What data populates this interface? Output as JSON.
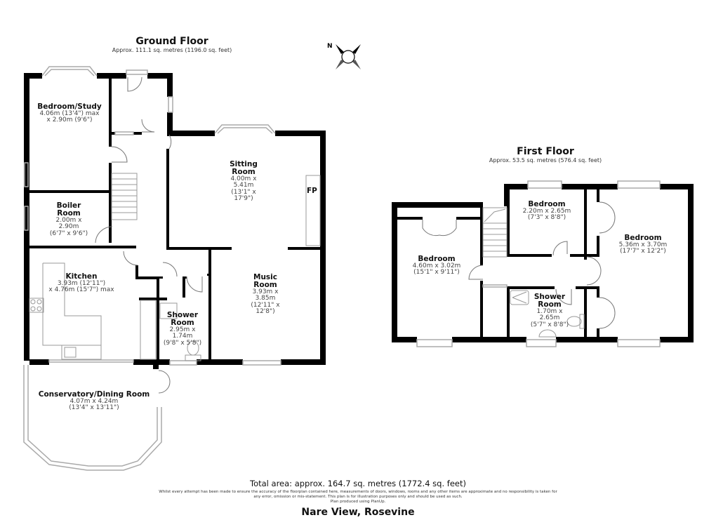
{
  "ground_floor": {
    "title": "Ground Floor",
    "area": "Approx. 111.1 sq. metres (1196.0 sq. feet)",
    "rooms": [
      {
        "name": "Bedroom/Study",
        "dims": [
          "4.06m (13'4\") max",
          "x 2.90m (9'6\")"
        ]
      },
      {
        "name": "Boiler Room",
        "dims": [
          "2.00m x 2.90m",
          "(6'7\" x 9'6\")"
        ]
      },
      {
        "name": "Sitting Room",
        "dims": [
          "4.00m x 5.41m",
          "(13'1\" x 17'9\")"
        ]
      },
      {
        "name": "Kitchen",
        "dims": [
          "3.93m (12'11\")",
          "x 4.76m (15'7\") max"
        ]
      },
      {
        "name": "Shower Room",
        "dims": [
          "2.95m x 1.74m",
          "(9'8\" x 5'8\")"
        ]
      },
      {
        "name": "Music Room",
        "dims": [
          "3.93m x 3.85m",
          "(12'11\" x 12'8\")"
        ]
      },
      {
        "name": "Conservatory/Dining Room",
        "dims": [
          "4.07m x 4.24m",
          "(13'4\" x 13'11\")"
        ]
      }
    ],
    "fireplace_label": "FP"
  },
  "first_floor": {
    "title": "First Floor",
    "area": "Approx. 53.5 sq. metres (576.4 sq. feet)",
    "rooms": [
      {
        "name": "Bedroom",
        "dims": [
          "2.20m x 2.65m",
          "(7'3\" x 8'8\")"
        ]
      },
      {
        "name": "Bedroom",
        "dims": [
          "4.60m x 3.02m",
          "(15'1\" x 9'11\")"
        ]
      },
      {
        "name": "Bedroom",
        "dims": [
          "5.36m x 3.70m",
          "(17'7\" x 12'2\")"
        ]
      },
      {
        "name": "Shower Room",
        "dims": [
          "1.70m x 2.65m",
          "(5'7\" x 8'8\")"
        ]
      }
    ]
  },
  "compass": {
    "label": "N",
    "icon": "compass-icon"
  },
  "footer": {
    "total_area": "Total area: approx. 164.7 sq. metres (1772.4 sq. feet)",
    "disclaimer_line1": "Whilst every attempt has been made to ensure the accuracy of the floorplan contained here, measurements of doors, windows, rooms and any other items are approximate and no responsibility is taken for",
    "disclaimer_line2": "any error, omission or mis-statement. This plan is for illustration purposes only and should be used as such.",
    "disclaimer_line3": "Plan produced using PlanUp.",
    "address": "Nare View, Rosevine"
  },
  "colors": {
    "wall": "#000000",
    "window": "#bbbbbb",
    "fixture": "#888888",
    "background": "#ffffff"
  }
}
